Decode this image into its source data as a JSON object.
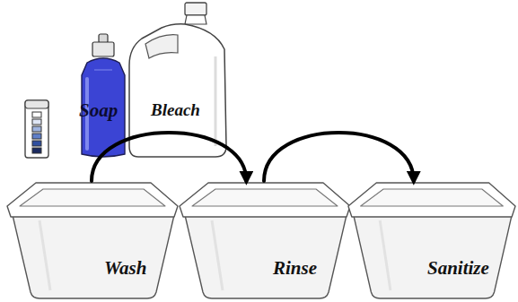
{
  "diagram": {
    "nodes": [
      {
        "text": [
          "Soap"
        ]
      },
      {
        "text": [
          "Bleach"
        ]
      },
      {
        "text": [
          "Wash"
        ]
      },
      {
        "text": [
          "Rinse"
        ]
      },
      {
        "text": [
          "Sanitize"
        ]
      }
    ],
    "edges": [
      {
        "from": 2,
        "to": 3,
        "arrow": "to"
      },
      {
        "from": 3,
        "to": 4,
        "arrow": "to"
      }
    ]
  }
}
